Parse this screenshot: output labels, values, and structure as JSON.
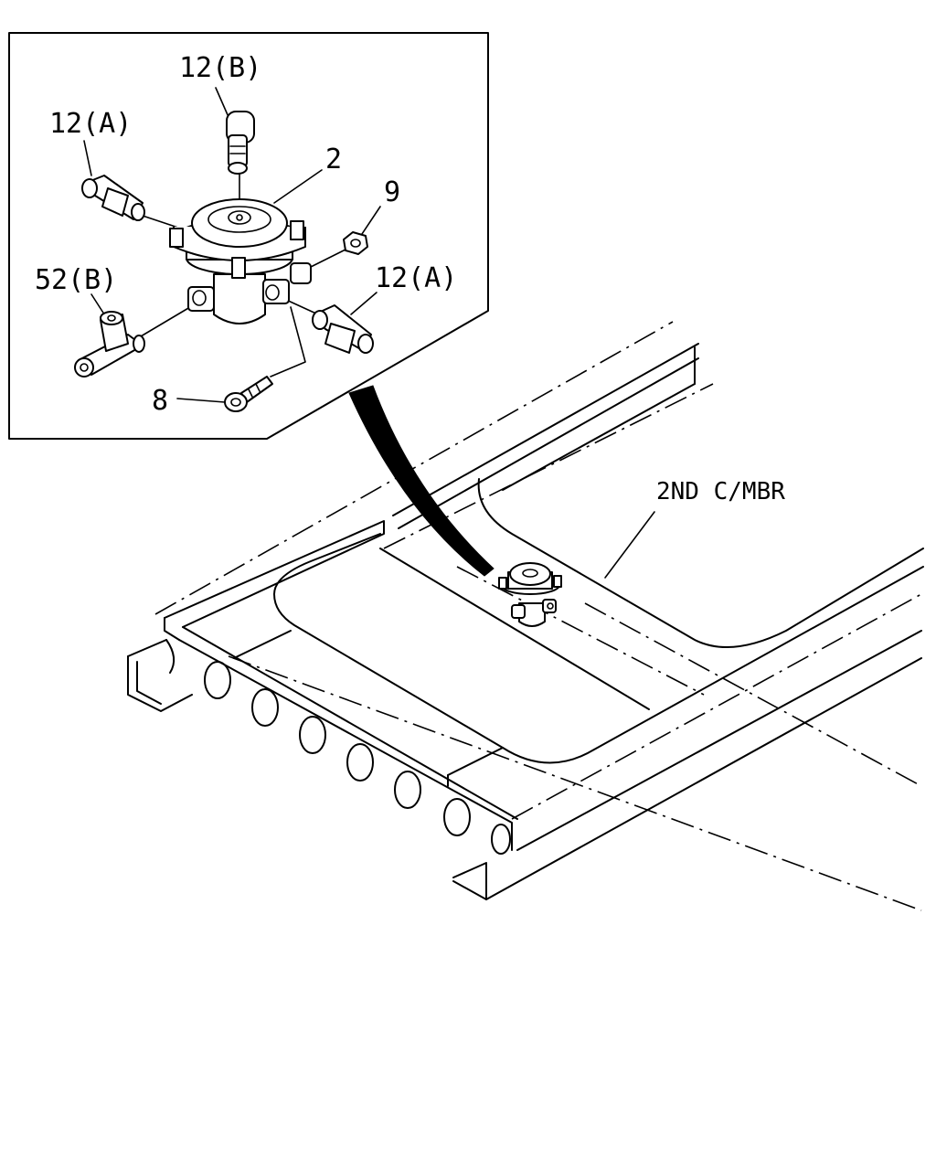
{
  "callouts": {
    "part_12b": "12(B)",
    "part_12a_left": "12(A)",
    "part_2": "2",
    "part_9": "9",
    "part_52b": "52(B)",
    "part_12a_right": "12(A)",
    "part_8": "8",
    "crossmember": "2ND C/MBR"
  },
  "colors": {
    "line": "#000000",
    "background": "#ffffff"
  },
  "icons": [
    "valve-assembly-icon",
    "frame-crossmember-icon"
  ]
}
